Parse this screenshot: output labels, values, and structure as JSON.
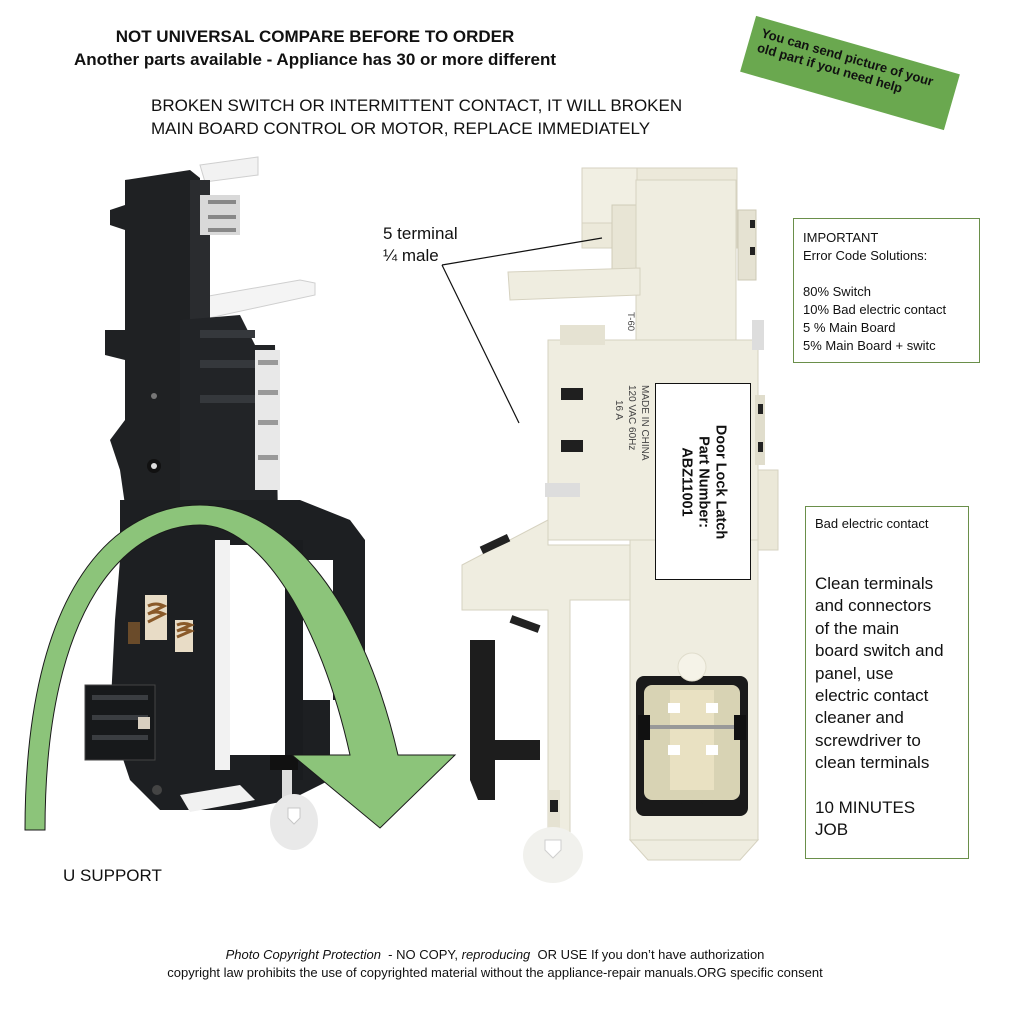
{
  "header": {
    "line1": "NOT UNIVERSAL COMPARE BEFORE TO ORDER",
    "line2": "Another parts available - Appliance has 30 or more different"
  },
  "warning": {
    "line1": "BROKEN SWITCH OR INTERMITTENT CONTACT, IT WILL BROKEN",
    "line2": "MAIN BOARD CONTROL  OR MOTOR, REPLACE IMMEDIATELY"
  },
  "banner": {
    "line1": "You can send picture of your",
    "line2": "old part if you need help",
    "color": "#6aa84f"
  },
  "terminal_callout": {
    "line1": "5 terminal",
    "line2": "¼ male"
  },
  "important_box": {
    "title": "IMPORTANT",
    "subtitle": "Error Code Solutions:",
    "items": [
      "80% Switch",
      "10% Bad electric contact",
      "5 %  Main Board",
      "5%  Main Board + switc"
    ]
  },
  "contact_box": {
    "title": "Bad electric contact",
    "body_lines": [
      "Clean terminals",
      "and connectors",
      "of the main",
      "board switch and",
      "panel, use",
      "electric contact",
      "cleaner and",
      "screwdriver to",
      "clean terminals"
    ],
    "duration_lines": [
      "10 MINUTES",
      "JOB"
    ]
  },
  "part_label": {
    "line1": "Door Lock Latch",
    "line2": "Part Number:",
    "line3": "ABZ11001"
  },
  "part_stamp": {
    "model": "T-60",
    "line1": "MADE IN CHINA",
    "line2": "120 VAC 60Hz",
    "line3": "16 A"
  },
  "u_support_label": "U SUPPORT",
  "footer": {
    "line1_italic_a": "Photo Copyright Protection",
    "line1_a": "  - NO COPY, ",
    "line1_italic_b": "reproducing",
    "line1_b": "  OR USE If you don’t have authorization",
    "line2": "copyright law prohibits the use of copyrighted material without the appliance-repair manuals.ORG specific consent"
  },
  "colors": {
    "arrow_green": "#8cc47a",
    "box_border": "#6a8f4a",
    "part_black": "#1f2123",
    "part_cream": "#efede0"
  }
}
